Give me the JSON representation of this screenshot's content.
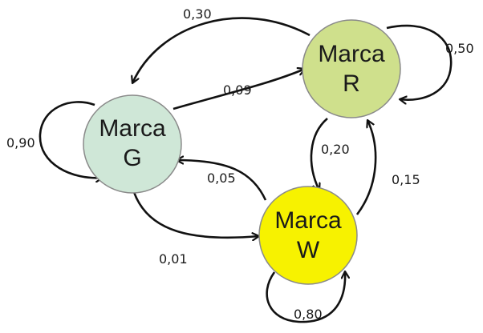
{
  "nodes": {
    "g": {
      "line1": "Marca",
      "line2": "G",
      "fill": "#cfe7d7"
    },
    "r": {
      "line1": "Marca",
      "line2": "R",
      "fill": "#cfe08c"
    },
    "w": {
      "line1": "Marca",
      "line2": "W",
      "fill": "#f7f200"
    }
  },
  "edges": {
    "g_g": "0,90",
    "g_r": "0,09",
    "g_w": "0,01",
    "r_r": "0,50",
    "r_g": "0,30",
    "r_w": "0,20",
    "w_w": "0,80",
    "w_g": "0,05",
    "w_r": "0,15"
  },
  "colors": {
    "edge_stroke": "#111111",
    "node_outline": "#8a8a8a"
  }
}
